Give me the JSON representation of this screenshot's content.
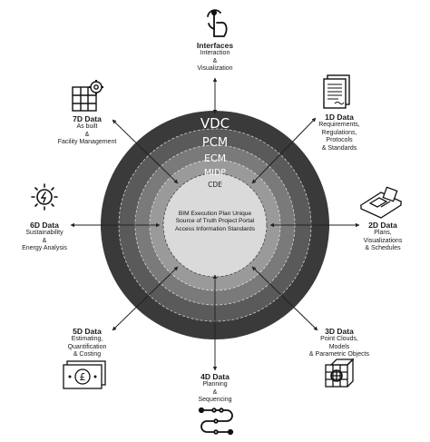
{
  "rings": {
    "vdc": "VDC",
    "pcm": "PCM",
    "ecm": "ECM",
    "midp": "MIDP",
    "cde": "CDE"
  },
  "center": {
    "lines": [
      "BIM Execution Plan",
      "Unique Source of Truth",
      "Project Portal Access",
      "Information Standards"
    ]
  },
  "nodes": {
    "interfaces": {
      "title": "Interfaces",
      "lines": [
        "Interaction",
        "&",
        "Visualization"
      ],
      "icon": "touch-hand-icon"
    },
    "d1": {
      "title": "1D Data",
      "lines": [
        "Requirements,",
        "Regulations,",
        "Protocols",
        "& Standards"
      ],
      "icon": "document-icon"
    },
    "d2": {
      "title": "2D Data",
      "lines": [
        "Plans,",
        "Visualizations",
        "& Schedules"
      ],
      "icon": "blueprint-icon"
    },
    "d3": {
      "title": "3D Data",
      "lines": [
        "Point Clouds,",
        "Models",
        "& Parametric Objects"
      ],
      "icon": "cube-icon"
    },
    "d4": {
      "title": "4D Data",
      "lines": [
        "Planning",
        "&",
        "Sequencing"
      ],
      "icon": "timeline-icon"
    },
    "d5": {
      "title": "5D Data",
      "lines": [
        "Estimating,",
        "Quantification",
        "& Costing"
      ],
      "icon": "pound-note-icon"
    },
    "d6": {
      "title": "6D Data",
      "lines": [
        "Sustainability",
        "&",
        "Energy Analysis"
      ],
      "icon": "sun-energy-icon"
    },
    "d7": {
      "title": "7D Data",
      "lines": [
        "As built",
        "&",
        "Facility Management"
      ],
      "icon": "building-gear-icon"
    }
  }
}
